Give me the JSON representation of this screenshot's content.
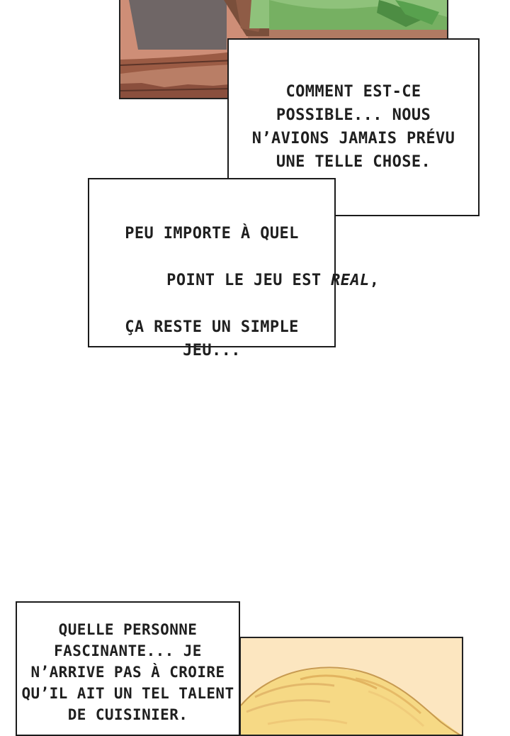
{
  "bubbles": {
    "top": {
      "lines": [
        "COMMENT EST-CE",
        "POSSIBLE... NOUS",
        "N’AVIONS JAMAIS PRÉVU",
        "UNE TELLE CHOSE."
      ]
    },
    "middle": {
      "line1": "PEU IMPORTE À QUEL",
      "line2_prefix": "POINT LE JEU EST ",
      "line2_italic": "REAL",
      "line2_suffix": ",",
      "line3": "ÇA RESTE UN SIMPLE",
      "line4": "JEU..."
    },
    "bottom": {
      "lines": [
        "QUELLE PERSONNE",
        "FASCINANTE... JE",
        "N’ARRIVE PAS À CROIRE",
        "QU’IL AIT UN TEL TALENT",
        "DE CUISINIER."
      ]
    }
  },
  "colors": {
    "page_background": "#ffffff",
    "bubble_background": "#ffffff",
    "outline": "#1b1b1b",
    "top_panel_wood": "#b07a63",
    "top_panel_cloth": "#6b5950",
    "top_panel_green": "#78b262",
    "bottom_panel_bg": "#fce6c0",
    "bottom_panel_hair": "#f6d985"
  }
}
